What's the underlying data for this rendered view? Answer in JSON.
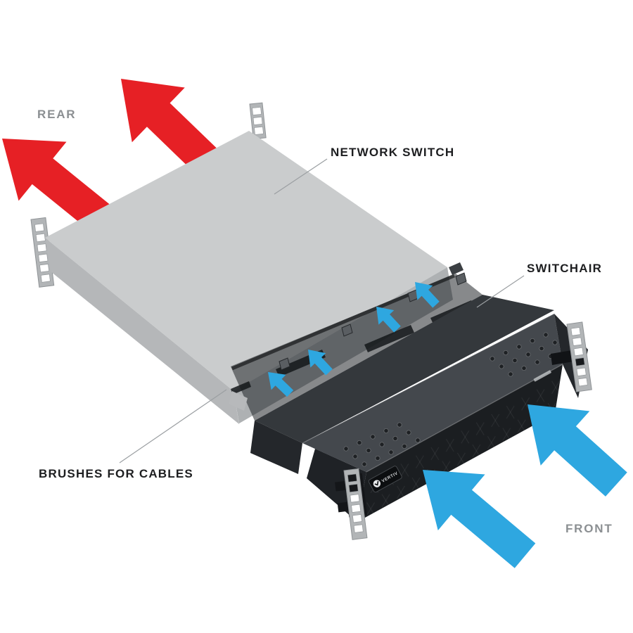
{
  "diagram": {
    "labels": {
      "rear": "REAR",
      "network_switch": "NETWORK SWITCH",
      "switchair": "SWITCHAIR",
      "brushes_for_cables": "BRUSHES FOR CABLES",
      "front": "FRONT"
    },
    "badge_text": "VERTIV",
    "airflow": {
      "rear_exhaust_arrows": 2,
      "front_intake_arrows": 2,
      "tray_internal_arrows": 4
    },
    "colors": {
      "exhaust_red": "#e62025",
      "intake_blue": "#2ea7e0",
      "switch_gray": "#cacccd",
      "switch_side_gray": "#b5b7b9",
      "tray_dark": "#34383c",
      "front_panel": "#1b1e21",
      "label_dark": "#1d1e20",
      "label_gray": "#8b8f92",
      "leader_line": "#9b9fa2"
    }
  }
}
